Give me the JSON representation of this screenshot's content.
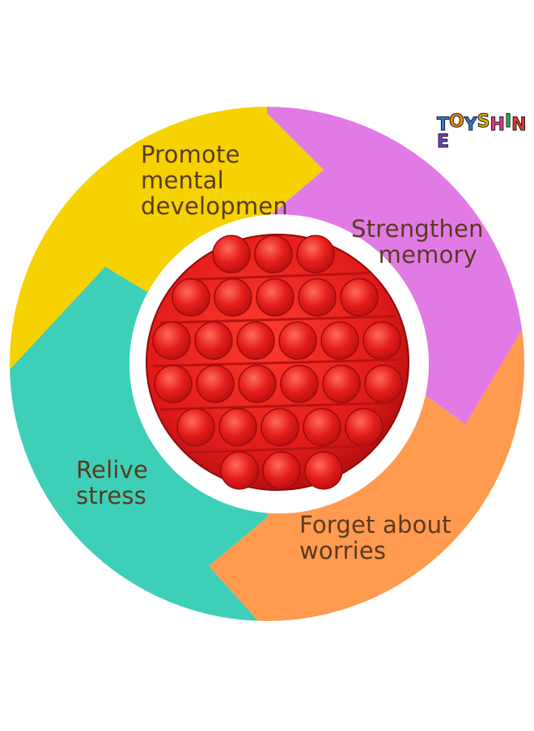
{
  "brand": {
    "logo_text": "TOYSHINE"
  },
  "segments": [
    {
      "id": "promote",
      "lines": [
        "Promote",
        "mental",
        "developmen"
      ],
      "color": "#f5d200"
    },
    {
      "id": "strengthen",
      "lines": [
        "Strengthen",
        "memory"
      ],
      "color": "#e27ae6"
    },
    {
      "id": "forget",
      "lines": [
        "Forget about",
        "worries"
      ],
      "color": "#ff9a4f"
    },
    {
      "id": "relive",
      "lines": [
        "Relive",
        "stress"
      ],
      "color": "#3ecfb8"
    }
  ],
  "toy": {
    "color": "#e11a1a",
    "bubble_rows": [
      3,
      5,
      6,
      6,
      5,
      3
    ]
  },
  "text_color": "#5a3a1f"
}
